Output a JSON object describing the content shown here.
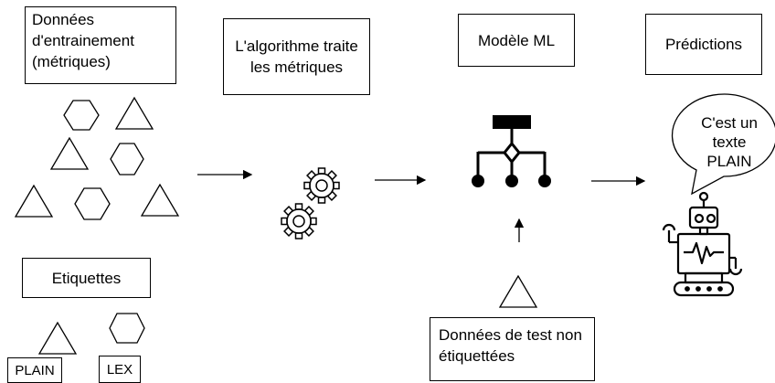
{
  "boxes": {
    "training_data": "Données d'entrainement (métriques)",
    "algorithm": "L'algorithme traite les métriques",
    "model": "Modèle ML",
    "predictions": "Prédictions",
    "labels": "Etiquettes",
    "label_plain": "PLAIN",
    "label_lex": "LEX",
    "test_data": "Données de test non étiquettées"
  },
  "speech_bubble": {
    "line1": "C'est un",
    "line2": "texte",
    "line3": "PLAIN"
  },
  "icons": [
    "hexagon-icon",
    "triangle-icon",
    "gears-icon",
    "decision-tree-icon",
    "robot-icon",
    "speech-bubble-icon"
  ]
}
